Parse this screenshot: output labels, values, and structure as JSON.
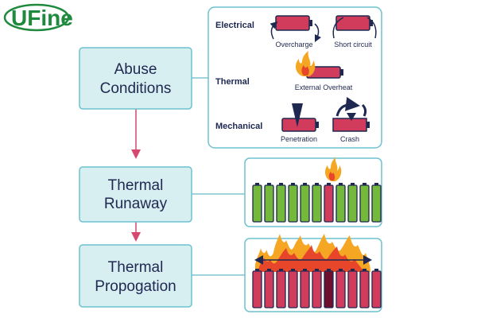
{
  "logo": {
    "text": "UFine"
  },
  "flow": {
    "abuse_line1": "Abuse",
    "abuse_line2": "Conditions",
    "runaway_line1": "Thermal",
    "runaway_line2": "Runaway",
    "propagation_line1": "Thermal",
    "propagation_line2": "Propogation"
  },
  "abuse_types": {
    "electrical": "Electrical",
    "thermal": "Thermal",
    "mechanical": "Mechanical"
  },
  "abuse_examples": {
    "overcharge": "Overcharge",
    "short_circuit": "Short circuit",
    "external_overheat": "External Overheat",
    "penetration": "Penetration",
    "crash": "Crash"
  },
  "icons": {
    "flame": "flame-icon",
    "arrow": "curved-arrow-icon"
  },
  "colors": {
    "box_fill": "#d8eff2",
    "box_stroke": "#6cc2cf",
    "connector": "#7fc6cd",
    "arrow": "#d64870",
    "battery_red": "#d23c5c",
    "battery_green": "#74b83c",
    "battery_dark": "#6e0f2e",
    "text_dark": "#1e2850",
    "logo_green": "#1f8a3e"
  }
}
